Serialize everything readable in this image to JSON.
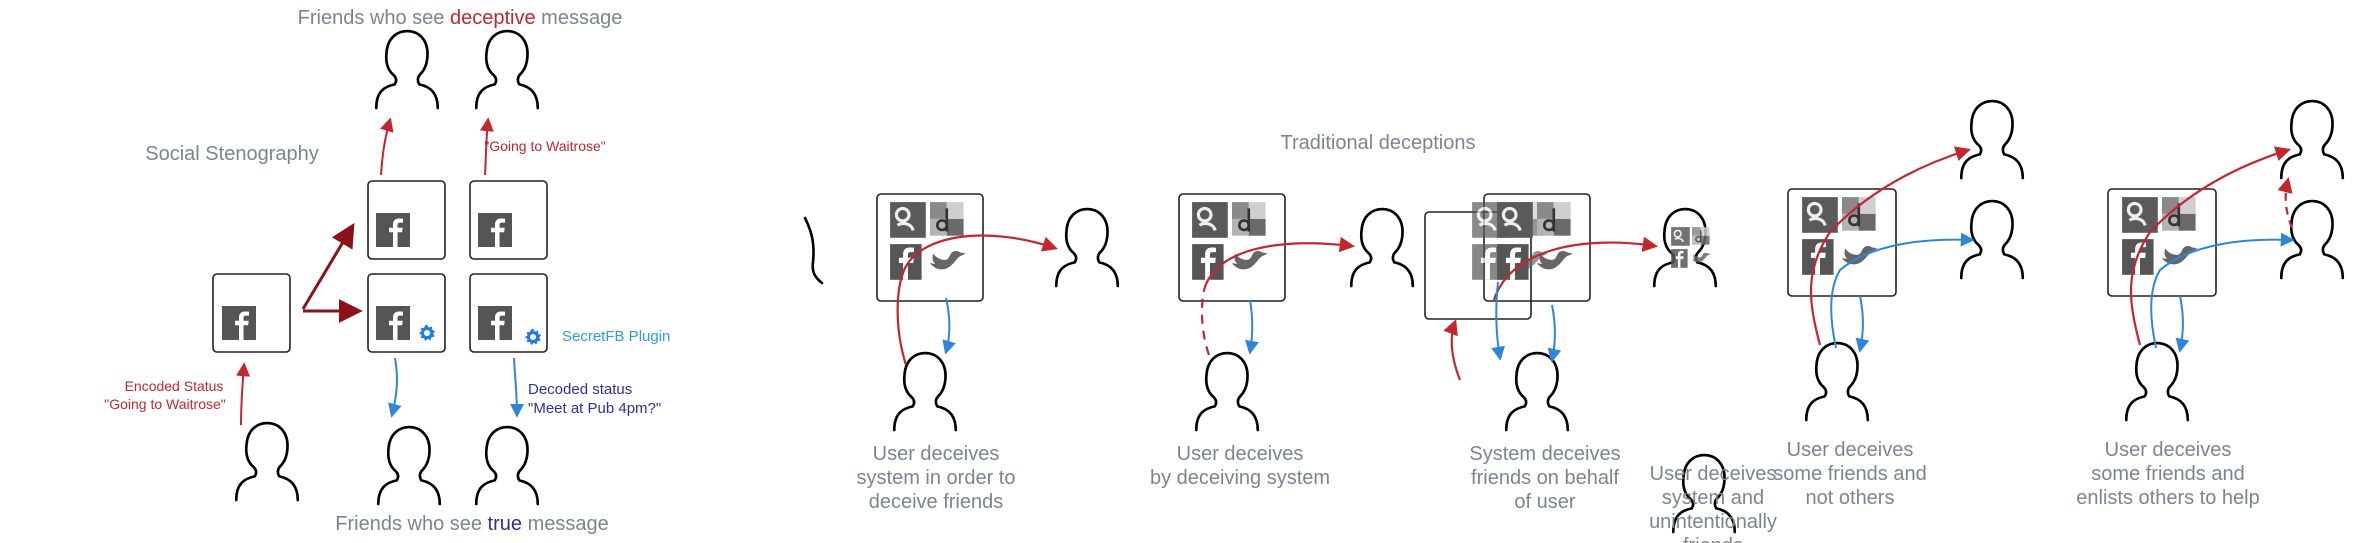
{
  "social": {
    "top_prefix": "Friends who see ",
    "top_emph": "deceptive",
    "top_suffix": " message",
    "bottom_prefix": "Friends who see ",
    "bottom_emph": "true",
    "bottom_suffix": " message",
    "section_title": "Social Stenography",
    "going_waitrose": "\"Going to Waitrose\"",
    "encoded_line1": "Encoded Status",
    "encoded_line2": "\"Going to Waitrose\"",
    "decoded_line1": "Decoded status",
    "decoded_line2": "\"Meet at Pub 4pm?\"",
    "plugin": "SecretFB Plugin",
    "fb_glyph": "f"
  },
  "traditional": {
    "title": "Traditional deceptions",
    "captions": [
      [
        "User deceives",
        "system in order to",
        "deceive friends"
      ],
      [
        "User deceives",
        "by deceiving system"
      ],
      [
        "System deceives",
        "friends on behalf",
        "of user"
      ],
      [
        "User deceives",
        "system and",
        "unintentionally",
        "friends"
      ],
      [
        "User deceives",
        "some friends and",
        "not others"
      ],
      [
        "User deceives",
        "some friends and",
        "enlists others to help"
      ]
    ]
  },
  "icons": [
    "silhouette-icon",
    "facebook-icon",
    "google-icon",
    "delicious-icon",
    "twitter-bird-icon",
    "gear-icon"
  ],
  "colors": {
    "red": "#c4262e",
    "blue": "#2f86d6",
    "dark_blue": "#2c2fa0",
    "cyan": "#2b9fe0",
    "gray_text": "#7b8591"
  }
}
